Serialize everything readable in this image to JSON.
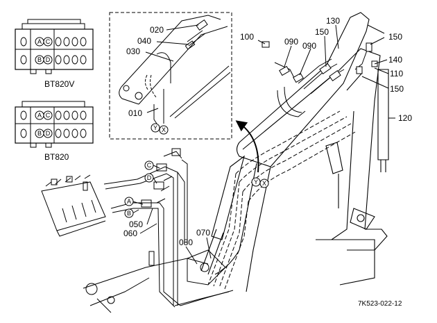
{
  "diagram": {
    "valve_captions": {
      "top": "BT820V",
      "bottom": "BT820"
    },
    "port_letters": [
      "A",
      "B",
      "C",
      "D",
      "X",
      "Y"
    ],
    "part_numbers": [
      "010",
      "020",
      "030",
      "040",
      "050",
      "060",
      "070",
      "080",
      "090",
      "100",
      "110",
      "120",
      "130",
      "140",
      "150"
    ],
    "labels": {
      "p020": "020",
      "p040": "040",
      "p030": "030",
      "p010": "010",
      "p100": "100",
      "p090a": "090",
      "p090b": "090",
      "p130": "130",
      "p150a": "150",
      "p150b": "150",
      "p150c": "150",
      "p140": "140",
      "p110": "110",
      "p120": "120",
      "p050": "050",
      "p060": "060",
      "p070": "070",
      "p080": "080"
    },
    "reference_code": "7K523-022-12"
  }
}
